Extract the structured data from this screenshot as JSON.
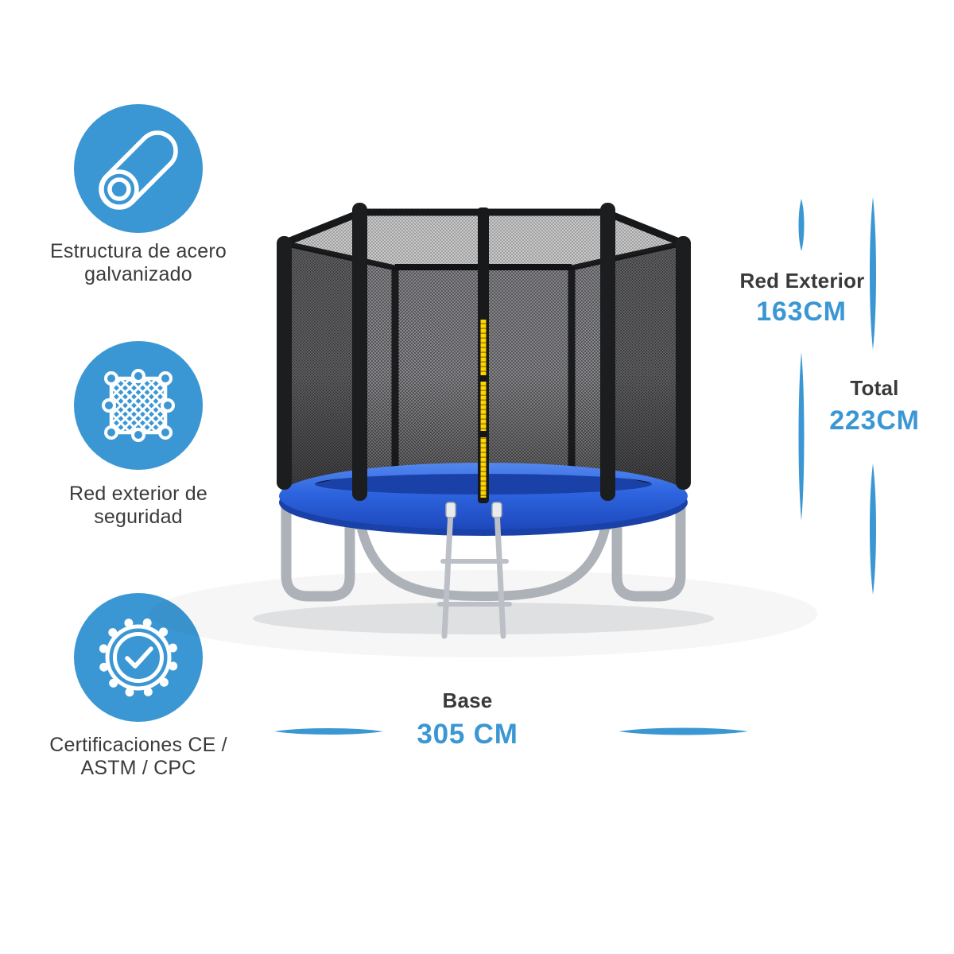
{
  "colors": {
    "accent": "#3b97d3",
    "text_dark": "#3a3a3a",
    "pad_blue": "#2c63dd",
    "zipper_yellow": "#ffd400",
    "net_dark": "#454548",
    "frame_black": "#1c1d1f",
    "leg_silver": "#adb2b8"
  },
  "features": [
    {
      "icon": "pipe-icon",
      "label": "Estructura de acero galvanizado"
    },
    {
      "icon": "net-icon",
      "label": "Red exterior de seguridad"
    },
    {
      "icon": "badge-check-icon",
      "label": "Certificaciones CE / ASTM / CPC"
    }
  ],
  "measurements": {
    "net": {
      "label": "Red Exterior",
      "value": "163CM"
    },
    "total": {
      "label": "Total",
      "value": "223CM"
    },
    "base": {
      "label": "Base",
      "value": "305 CM"
    }
  }
}
